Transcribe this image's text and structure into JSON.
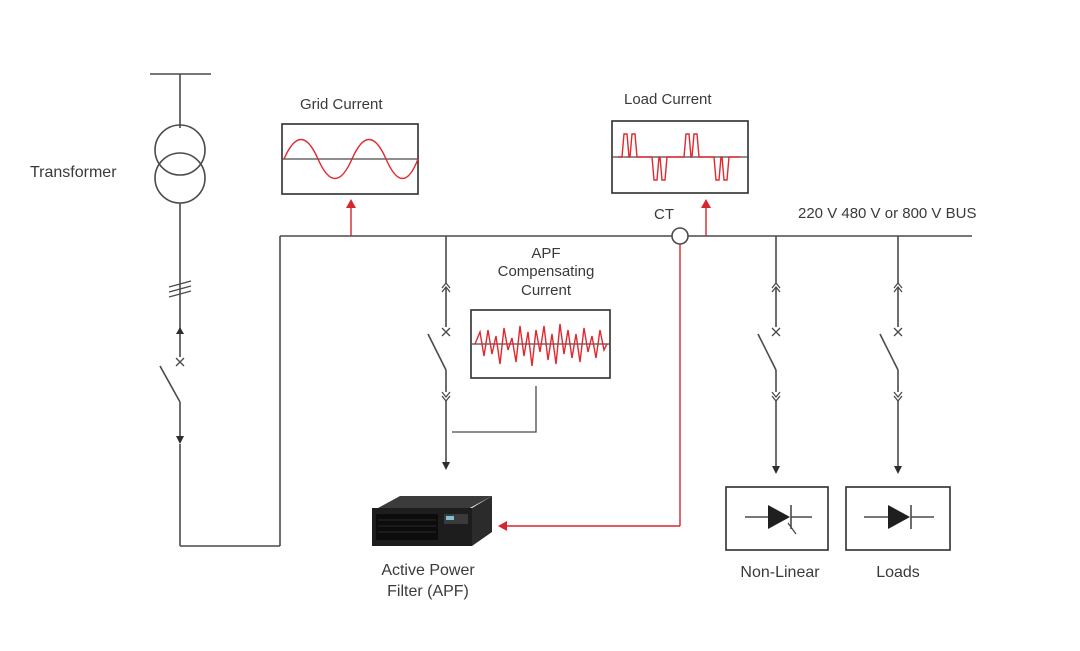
{
  "labels": {
    "transformer": "Transformer",
    "grid_current": "Grid Current",
    "load_current": "Load Current",
    "ct": "CT",
    "bus": "220 V 480 V or 800 V BUS",
    "apf_comp_line1": "APF",
    "apf_comp_line2": "Compensating",
    "apf_comp_line3": "Current",
    "apf_line1": "Active Power",
    "apf_line2": "Filter (APF)",
    "non_linear": "Non-Linear",
    "loads": "Loads"
  },
  "colors": {
    "line": "#4a4a4a",
    "signal": "#d6262e",
    "waveform": "#e0282f"
  },
  "icons": [
    "transformer-icon",
    "breaker-icon",
    "diode-icon",
    "apf-unit-icon",
    "ct-icon"
  ]
}
